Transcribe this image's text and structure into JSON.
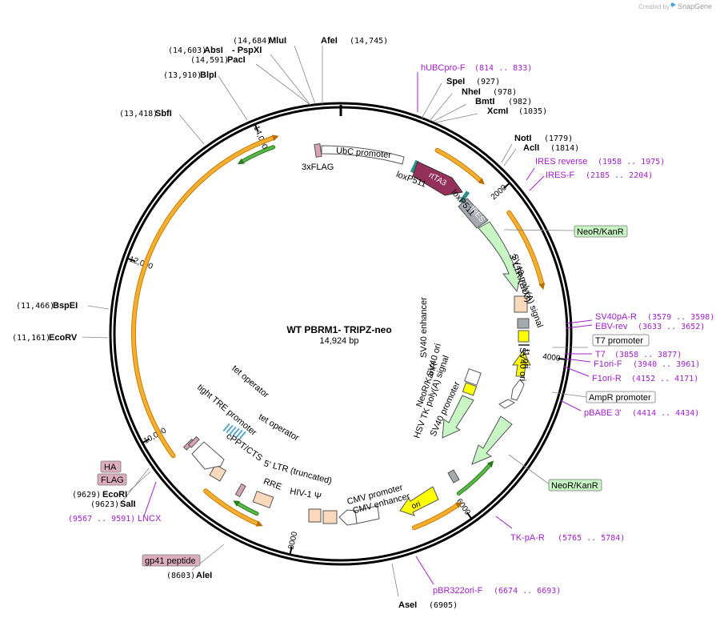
{
  "header": {
    "created_by": "Created by",
    "brand": "SnapGene"
  },
  "plasmid": {
    "name": "WT PBRM1- TRIPZ-neo",
    "size_label": "14,924 bp",
    "length_bp": 14924
  },
  "ticks": [
    {
      "label": "2000",
      "bp": 2000
    },
    {
      "label": "4000",
      "bp": 4000
    },
    {
      "label": "6000",
      "bp": 6000
    },
    {
      "label": "8000",
      "bp": 8000
    },
    {
      "label": "10,000",
      "bp": 10000
    },
    {
      "label": "12,000",
      "bp": 12000
    },
    {
      "label": "14,000",
      "bp": 14000
    }
  ],
  "enzymes": [
    {
      "name": "MluI",
      "pos": "(14,684)"
    },
    {
      "name": "AfeI",
      "pos": "(14,745)"
    },
    {
      "name": "AbsI",
      "pos": "(14,603)"
    },
    {
      "name": "- PspXI",
      "pos": ""
    },
    {
      "name": "PacI",
      "pos": "(14,591)"
    },
    {
      "name": "BlpI",
      "pos": "(13,910)"
    },
    {
      "name": "SbfI",
      "pos": "(13,418)"
    },
    {
      "name": "SpeI",
      "pos": "(927)"
    },
    {
      "name": "NheI",
      "pos": "(978)"
    },
    {
      "name": "BmtI",
      "pos": "(982)"
    },
    {
      "name": "XcmI",
      "pos": "(1035)"
    },
    {
      "name": "NotI",
      "pos": "(1779)"
    },
    {
      "name": "AclI",
      "pos": "(1814)"
    },
    {
      "name": "BspEI",
      "pos": "(11,466)"
    },
    {
      "name": "EcoRV",
      "pos": "(11,161)"
    },
    {
      "name": "EcoRI",
      "pos": "(9629)"
    },
    {
      "name": "SalI",
      "pos": "(9623)"
    },
    {
      "name": "AleI",
      "pos": "(8603)"
    },
    {
      "name": "AseI",
      "pos": "(6905)"
    }
  ],
  "primers": [
    {
      "name": "hUBCpro-F",
      "pos": "(814 .. 833)"
    },
    {
      "name": "IRES reverse",
      "pos": "(1958 .. 1975)"
    },
    {
      "name": "IRES-F",
      "pos": "(2185 .. 2204)"
    },
    {
      "name": "SV40pA-R",
      "pos": "(3579 .. 3598)"
    },
    {
      "name": "EBV-rev",
      "pos": "(3633 .. 3652)"
    },
    {
      "name": "T7",
      "pos": "(3858 .. 3877)"
    },
    {
      "name": "F1ori-F",
      "pos": "(3940 .. 3961)"
    },
    {
      "name": "F1ori-R",
      "pos": "(4152 .. 4171)"
    },
    {
      "name": "pBABE 3'",
      "pos": "(4414 .. 4434)"
    },
    {
      "name": "TK-pA-R",
      "pos": "(5765 .. 5784)"
    },
    {
      "name": "pBR322ori-F",
      "pos": "(6674 .. 6693)"
    },
    {
      "name": "LNCX",
      "pos": "(9567 .. 9591)"
    }
  ],
  "boxed_labels": {
    "neo_kanr_1": "NeoR/KanR",
    "t7_promoter": "T7 promoter",
    "ampr_promoter": "AmpR promoter",
    "neo_kanr_2": "NeoR/KanR",
    "ha": "HA",
    "flag": "FLAG",
    "gp41": "gp41 peptide"
  },
  "features": {
    "ubc_promoter": "UbC promoter",
    "three_x_flag": "3xFLAG",
    "loxp511_a": "loxP511",
    "rtta3": "rtTA3",
    "loxp511_b": "loxP511",
    "ires": "IRES",
    "ltr3": "3' LTR (ΔU3)",
    "sv40_polya_1": "SV40 poly(A) signal",
    "sv40_ori_1": "SV40 ori",
    "f1_ori": "f1 ori",
    "sv40_enhancer": "SV40 enhancer",
    "sv40_ori_2": "SV40 ori",
    "neokanr_inner": "NeoR/KanR",
    "hsv_tk": "HSV TK poly(A) signal",
    "sv40_promoter": "SV40 promoter",
    "ori": "ori",
    "cmv_promoter": "CMV promoter",
    "cmv_enhancer": "CMV enhancer",
    "ltr5": "5' LTR (truncated)",
    "hiv1": "HIV-1 Ψ",
    "rre": "RRE",
    "cppt": "cPPT/CTS",
    "tight_tre": "tight TRE promoter",
    "tet_op_1": "tet operator",
    "tet_op_2": "tet operator"
  },
  "colors": {
    "orf_orange": "#f6ae2d",
    "arrow_green": "#58b947",
    "rtta3": "#95305a",
    "ires_gray": "#a5a9b0",
    "neo_green": "#c7f5c3",
    "yellow": "#ffff00",
    "peach": "#fbd9bc",
    "primer_purple": "#a020c8",
    "pink_tag": "#dcaebd",
    "tet_blue": "#5aa7c8"
  }
}
